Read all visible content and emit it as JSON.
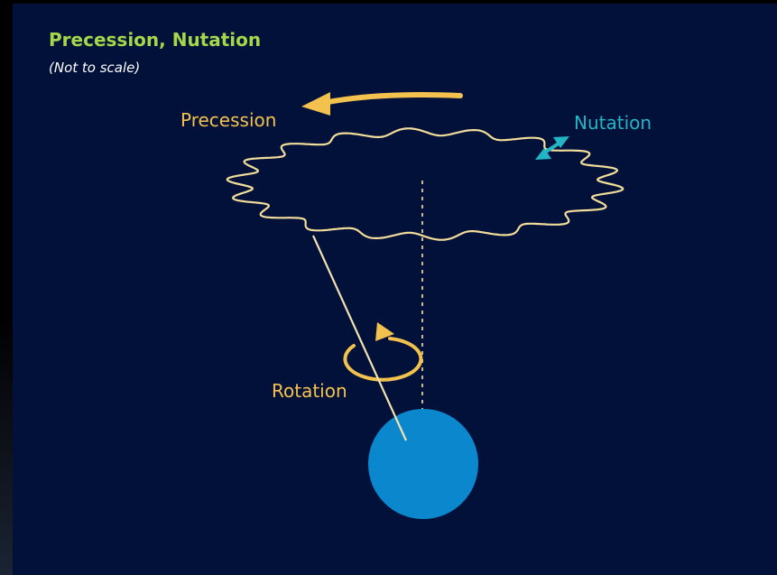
{
  "title": "Precession, Nutation",
  "subtitle": "(Not to scale)",
  "labels": {
    "precession": "Precession",
    "nutation": "Nutation",
    "rotation": "Rotation"
  },
  "colors": {
    "background": "#02113a",
    "title": "#a4d84a",
    "subtitle": "#ffffff",
    "precession": "#f3c24e",
    "nutation": "#22b5c6",
    "rotation": "#f3c24e",
    "wave_path": "#f2dd9a",
    "axis_line": "#f2e2b0",
    "vertical_axis": "#cdbb8a",
    "earth": "#0b88cd"
  }
}
